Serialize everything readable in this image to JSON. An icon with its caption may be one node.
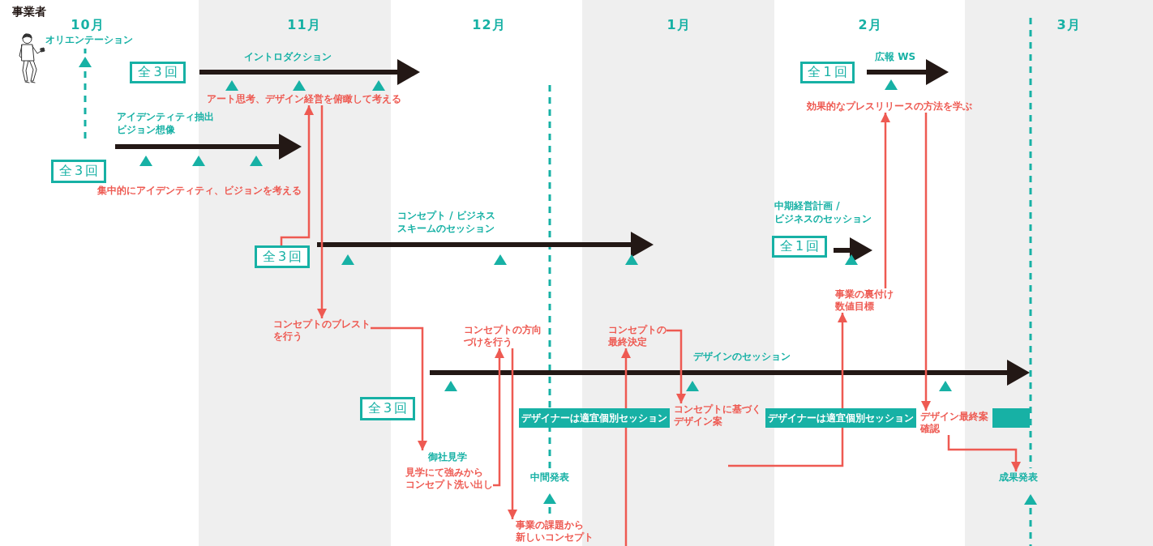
{
  "diagram": {
    "nodes": [
      {
        "text": [
          "全3回"
        ]
      },
      {
        "text": [
          "全1回"
        ]
      },
      {
        "text": [
          "アート思考、デザイン経営を俯瞰して考える"
        ]
      },
      {
        "text": [
          "効果的なプレスリリースの方法を学ぶ"
        ]
      },
      {
        "text": [
          "全3回"
        ]
      },
      {
        "text": [
          "全1回"
        ]
      },
      {
        "text": [
          "全3回"
        ]
      },
      {
        "text": [
          "事業の裏付け",
          "数値目標"
        ]
      },
      {
        "text": [
          "コンセプトのブレストを行う"
        ]
      },
      {
        "text": [
          "コンセプトの方向づけを行う"
        ]
      },
      {
        "text": [
          "コンセプトの最終決定"
        ]
      },
      {
        "text": [
          "全3回"
        ]
      },
      {
        "text": [
          "デザイナーは適宜個別セッション"
        ]
      },
      {
        "text": [
          "コンセプトに基づくデザイン案"
        ]
      },
      {
        "text": [
          "デザイナーは適宜個別セッション"
        ]
      },
      {
        "text": [
          "デザイン最終案確認"
        ]
      },
      {
        "text": [],
        "shape": "bar"
      },
      {
        "text": [
          "御社見学",
          "見学にて強みからコンセプト洗い出し"
        ]
      },
      {
        "text": [
          "成果発表"
        ]
      },
      {
        "text": [
          "事業の課題から新しいコンセプト"
        ]
      }
    ],
    "edges": [
      {
        "from": 6,
        "to": 2,
        "arrow": "to"
      },
      {
        "from": 2,
        "to": 8,
        "arrow": "to"
      },
      {
        "from": 8,
        "to": 17,
        "arrow": "to"
      },
      {
        "from": 17,
        "to": 9,
        "arrow": "to"
      },
      {
        "from": 9,
        "to": 19,
        "arrow": "to"
      },
      {
        "from": null,
        "to": 10,
        "arrow": "to"
      },
      {
        "from": 10,
        "to": 13,
        "arrow": "to"
      },
      {
        "from": null,
        "to": 7,
        "arrow": "to"
      },
      {
        "from": 7,
        "to": 3,
        "arrow": "to"
      },
      {
        "from": 3,
        "to": 15,
        "arrow": "to"
      },
      {
        "from": 15,
        "to": 18,
        "arrow": "to"
      }
    ],
    "labels": [
      "事業者",
      "10月",
      "11月",
      "12月",
      "1月",
      "2月",
      "3月",
      "オリエンテーション",
      "イントロダクション",
      "広報 WS",
      "アイデンティティ抽出ビジョン想像",
      "集中的にアイデンティティ、ビジョンを考える",
      "中期経営計画 / ビジネスのセッション",
      "コンセプト / ビジネススキームのセッション",
      "デザインのセッション",
      "中間発表"
    ]
  }
}
